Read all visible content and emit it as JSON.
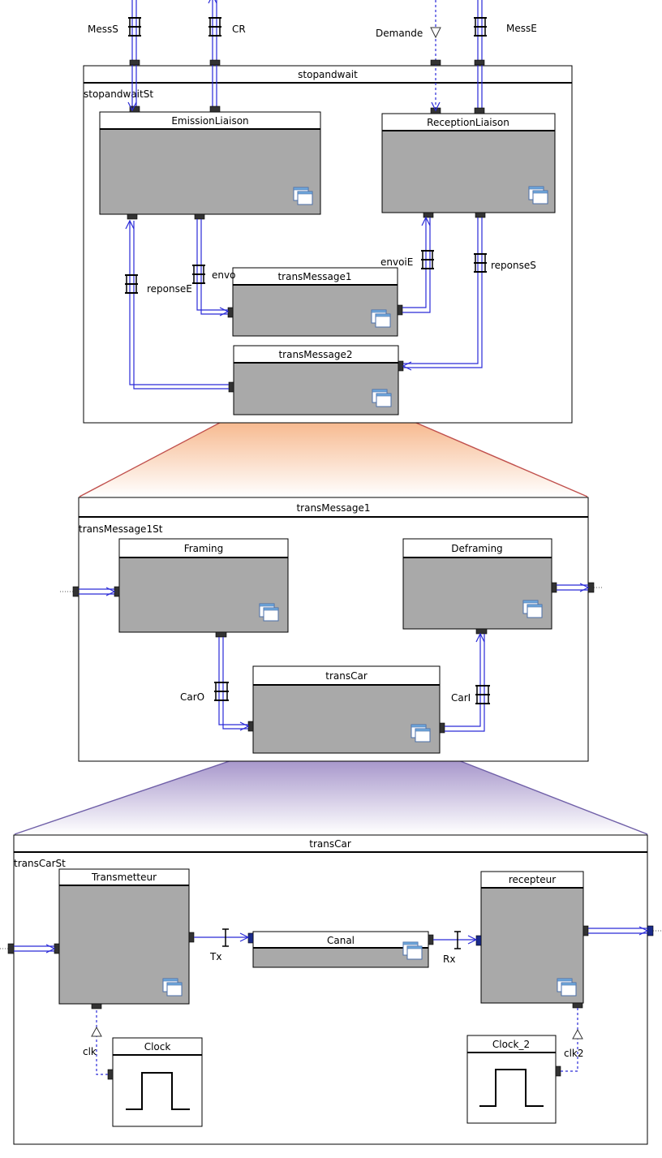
{
  "stopandwait": {
    "frame_title": "stopandwait",
    "structure_label": "stopandwaitSt",
    "ext_channels": [
      "MessS",
      "CR",
      "Demande",
      "MessE"
    ],
    "blocks": {
      "emission": "EmissionLiaison",
      "reception": "ReceptionLiaison",
      "transmessage1": "transMessage1",
      "transmessage2": "transMessage2"
    },
    "channels": {
      "reponseE": "reponseE",
      "envoi": "envo",
      "envoiE": "envoiE",
      "reponseS": "reponseS"
    }
  },
  "transmessage1": {
    "frame_title": "transMessage1",
    "structure_label": "transMessage1St",
    "blocks": {
      "framing": "Framing",
      "deframing": "Deframing",
      "transcar": "transCar"
    },
    "channels": {
      "carO": "CarO",
      "carI": "CarI"
    }
  },
  "transcar": {
    "frame_title": "transCar",
    "structure_label": "transCarSt",
    "blocks": {
      "transmetteur": "Transmetteur",
      "canal": "Canal",
      "recepteur": "recepteur",
      "clock": "Clock",
      "clock2": "Clock_2"
    },
    "channels": {
      "tx": "Tx",
      "rx": "Rx",
      "clk": "clk",
      "clk2": "clk2"
    }
  },
  "colors": {
    "wire": "#2a2ad8",
    "block_body": "#a9a9a9",
    "zoom1_edge": "#c0504d",
    "zoom2_edge": "#7060a8"
  }
}
